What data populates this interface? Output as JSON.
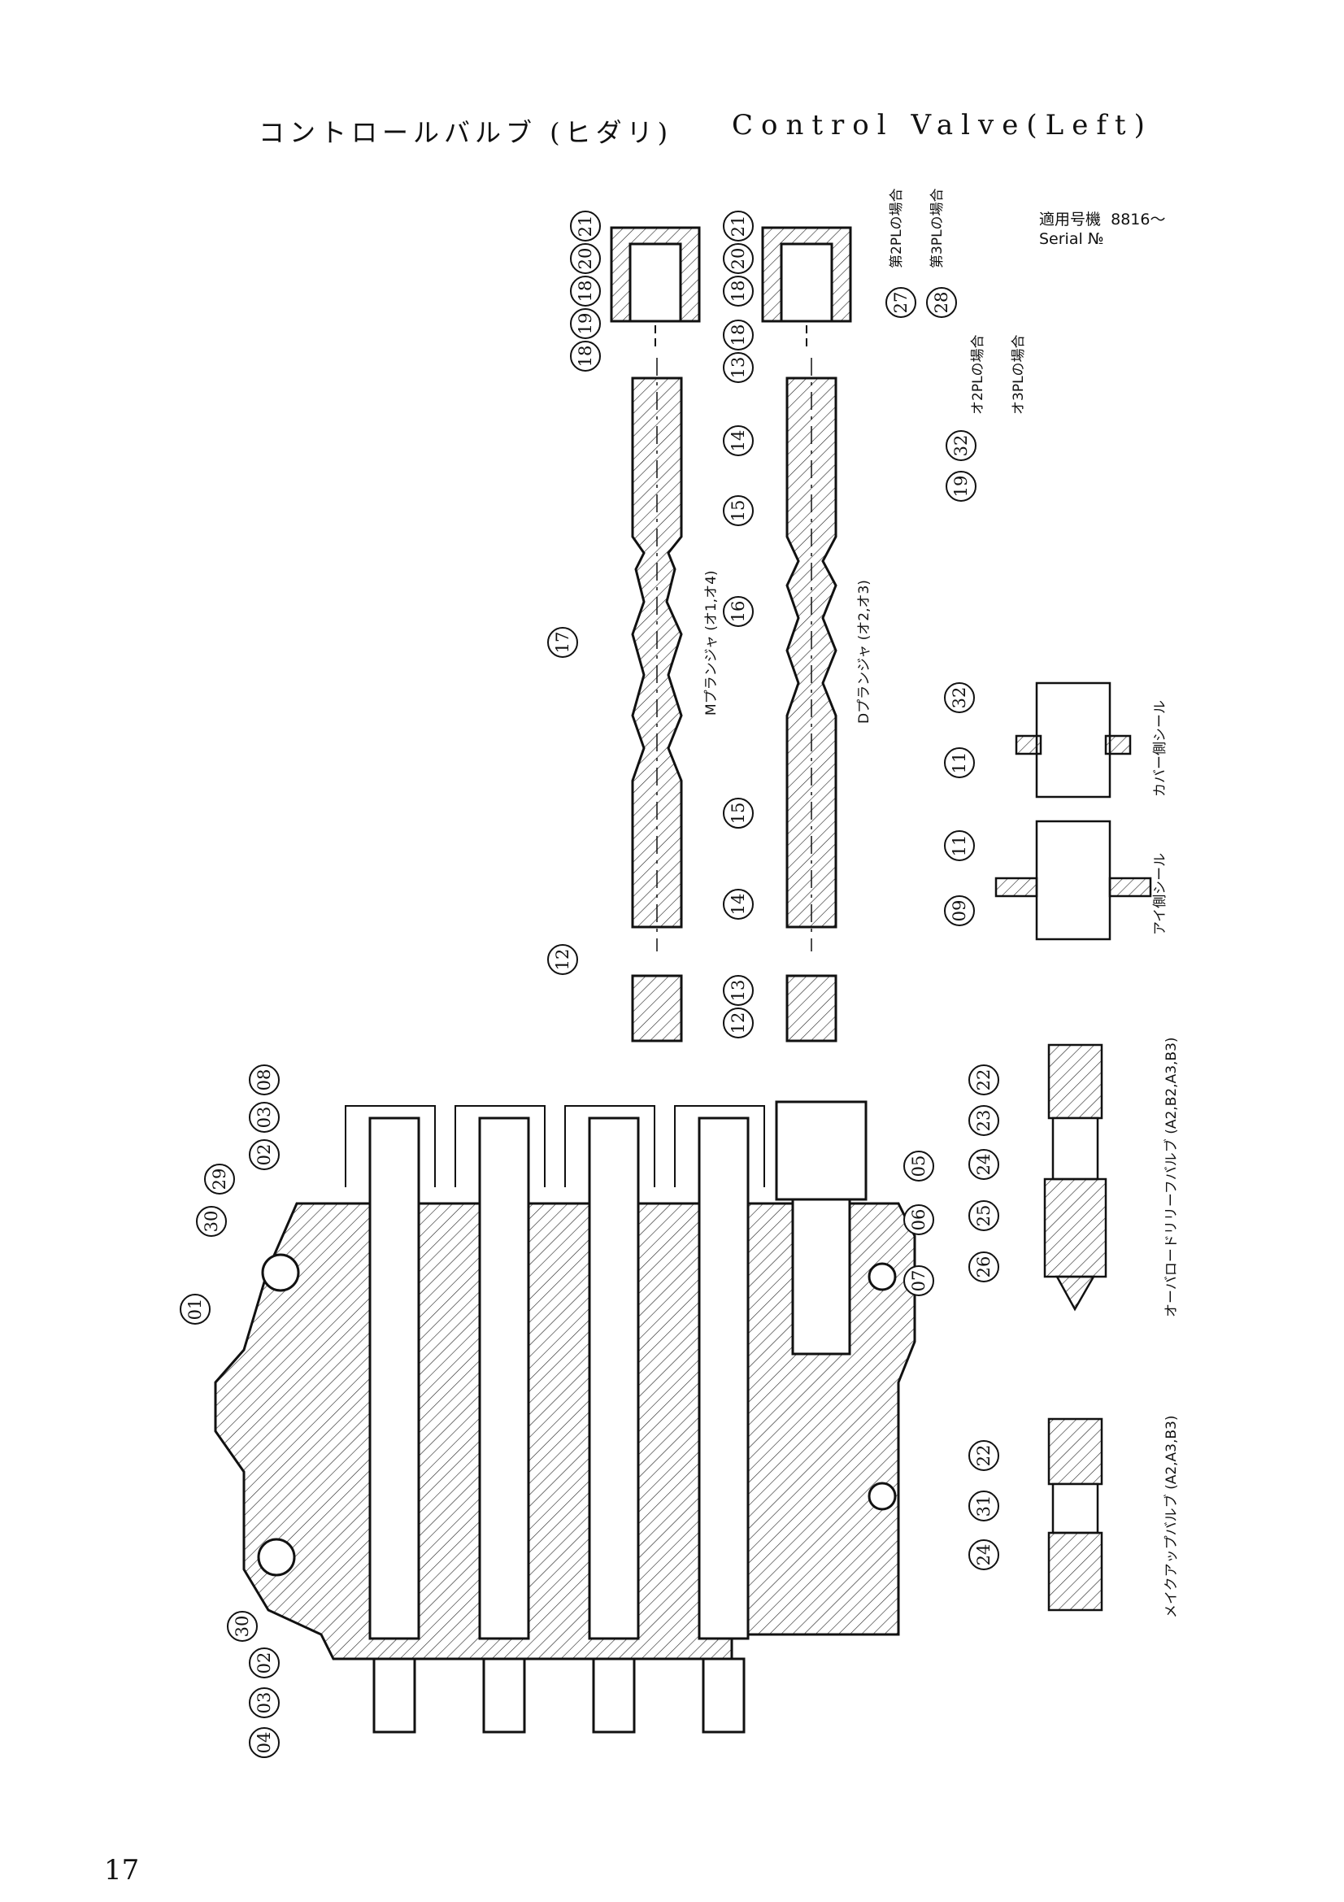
{
  "title": {
    "japanese": "コントロールバルブ (ヒダリ)",
    "english": "Control Valve(Left)"
  },
  "serial": {
    "label_jp": "適用号機",
    "value": "8816〜",
    "label_en": "Serial №"
  },
  "page_number": "17",
  "notes": {
    "m_plunger": "Mプランジャ (オ1,オ4)",
    "d_plunger": "Dプランジャ (オ2,オ3)",
    "cover_seal": "カバー側シール",
    "case_seal": "アイ側シール",
    "overload_relief": "オーバロードリリーフバルブ (A2,B2,A3,B3)",
    "makeup_valve": "メイクアップバルブ (A2,A3,B3)",
    "note_27": "第2PLの場合",
    "note_28": "第3PLの場合",
    "note_32": "オ2PLの場合",
    "note_19": "オ3PLの場合"
  },
  "callouts": [
    "21",
    "20",
    "18",
    "19",
    "18",
    "21",
    "20",
    "18",
    "27",
    "28",
    "18",
    "13",
    "14",
    "32",
    "19",
    "15",
    "17",
    "16",
    "15",
    "14",
    "12",
    "12",
    "13",
    "32",
    "11",
    "11",
    "09",
    "08",
    "03",
    "02",
    "29",
    "30",
    "01",
    "05",
    "06",
    "07",
    "22",
    "23",
    "24",
    "25",
    "26",
    "22",
    "31",
    "24",
    "30",
    "02",
    "03",
    "04"
  ]
}
